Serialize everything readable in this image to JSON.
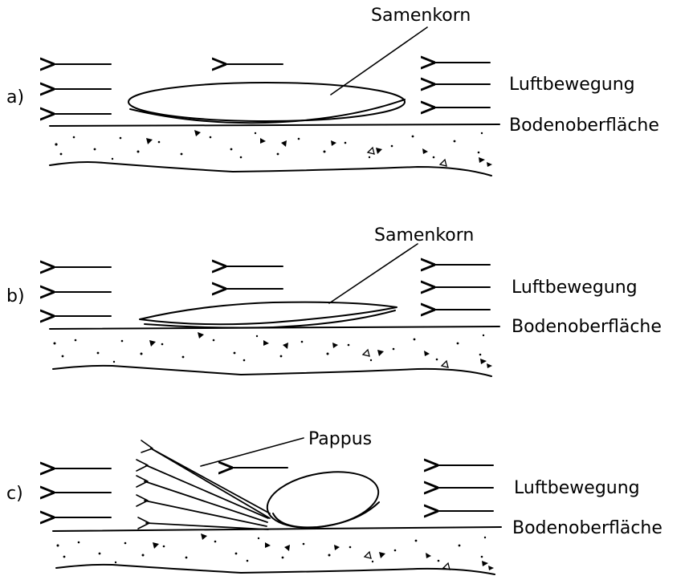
{
  "panels": [
    {
      "id": "a",
      "letter": "a)",
      "seed_label": "Samenkorn",
      "air_label": "Luftbewegung",
      "ground_label": "Bodenoberfläche"
    },
    {
      "id": "b",
      "letter": "b)",
      "seed_label": "Samenkorn",
      "air_label": "Luftbewegung",
      "ground_label": "Bodenoberfläche"
    },
    {
      "id": "c",
      "letter": "c)",
      "seed_label": "Pappus",
      "air_label": "Luftbewegung",
      "ground_label": "Bodenoberfläche"
    }
  ],
  "colors": {
    "ink": "#000000",
    "background": "#ffffff"
  }
}
